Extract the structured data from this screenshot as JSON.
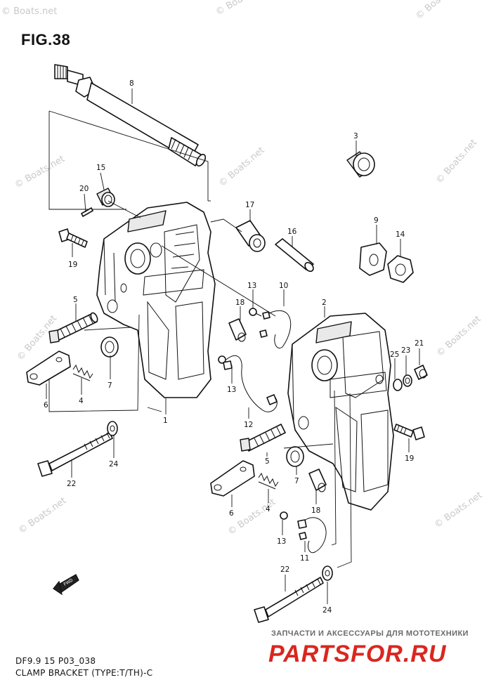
{
  "figure": {
    "title": "FIG.38",
    "code": "DF9.9 15 P03_038",
    "caption": "CLAMP BRACKET (TYPE:T/TH)-C"
  },
  "watermark": {
    "text": "© Boats.net"
  },
  "fwd_marker": {
    "label": "FWD",
    "icon": "fwd-arrow-icon"
  },
  "callouts": {
    "c1": "1",
    "c2": "2",
    "c3": "3",
    "c4a": "4",
    "c4b": "4",
    "c5a": "5",
    "c5b": "5",
    "c6a": "6",
    "c6b": "6",
    "c7a": "7",
    "c7b": "7",
    "c8": "8",
    "c9": "9",
    "c10": "10",
    "c11": "11",
    "c12": "12",
    "c13a": "13",
    "c13b": "13",
    "c13c": "13",
    "c14": "14",
    "c15": "15",
    "c16": "16",
    "c17": "17",
    "c18a": "18",
    "c18b": "18",
    "c19a": "19",
    "c19b": "19",
    "c20": "20",
    "c21": "21",
    "c22a": "22",
    "c22b": "22",
    "c23": "23",
    "c24a": "24",
    "c24b": "24",
    "c25": "25"
  },
  "shop": {
    "tagline": "ЗАПЧАСТИ И АКСЕССУАРЫ ДЛЯ МОТОТЕХНИКИ",
    "logo": "PARTSFOR.RU",
    "logo_color": "#d9271f"
  }
}
